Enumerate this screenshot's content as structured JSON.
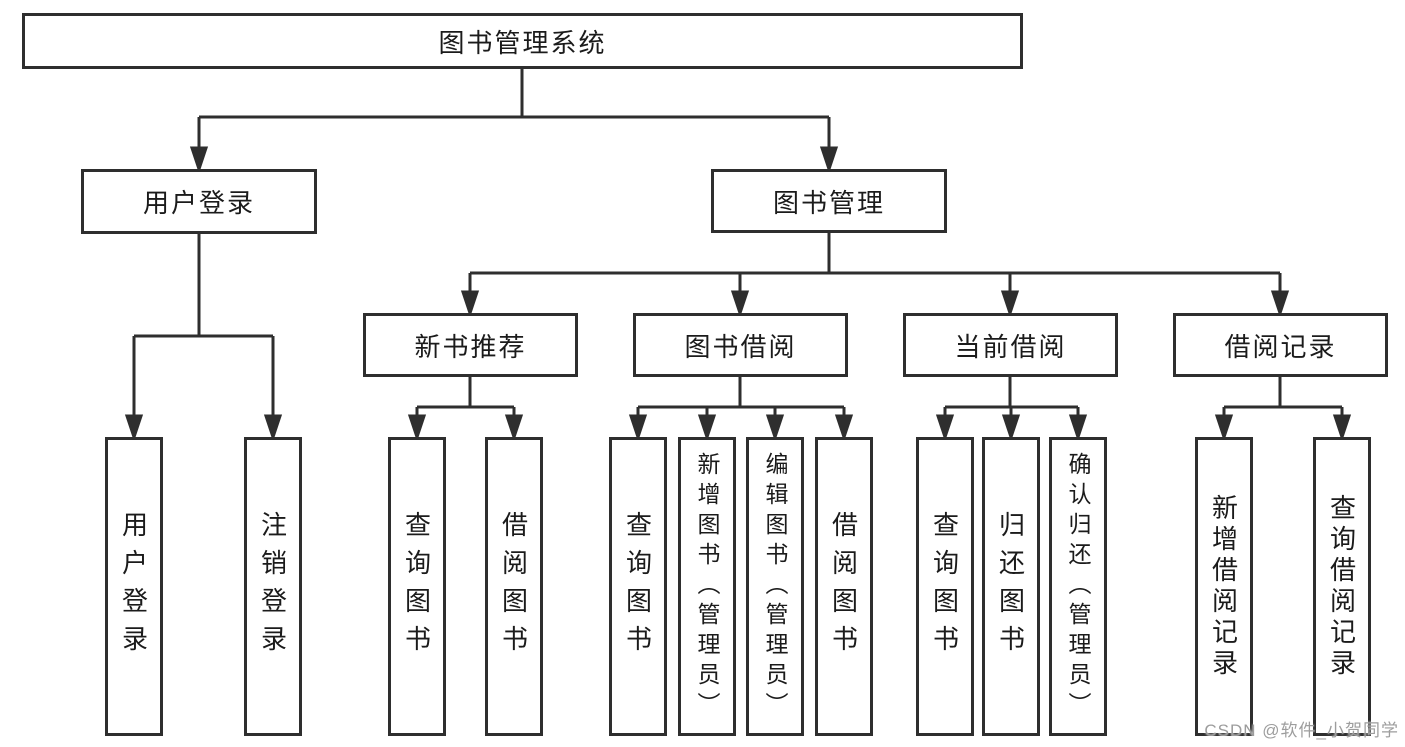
{
  "colors": {
    "line": "#2e2e2e",
    "border": "#2e2e2e",
    "text": "#1b1b1b",
    "watermark": "#9d9d9d",
    "background": "#ffffff"
  },
  "nodes": {
    "root": {
      "label": "图书管理系统"
    },
    "user_login": {
      "label": "用户登录"
    },
    "book_mgmt": {
      "label": "图书管理"
    },
    "new_book_rec": {
      "label": "新书推荐"
    },
    "book_borrow": {
      "label": "图书借阅"
    },
    "current_borrow": {
      "label": "当前借阅"
    },
    "borrow_record": {
      "label": "借阅记录"
    },
    "leaf_user_login": {
      "label": "用户登录"
    },
    "leaf_logout": {
      "label": "注销登录"
    },
    "leaf_nbr_query": {
      "label": "查询图书"
    },
    "leaf_nbr_borrow": {
      "label": "借阅图书"
    },
    "leaf_bb_query": {
      "label": "查询图书"
    },
    "leaf_bb_add": {
      "label": "新增图书（管理员）"
    },
    "leaf_bb_edit": {
      "label": "编辑图书（管理员）"
    },
    "leaf_bb_borrow": {
      "label": "借阅图书"
    },
    "leaf_cb_query": {
      "label": "查询图书"
    },
    "leaf_cb_return": {
      "label": "归还图书"
    },
    "leaf_cb_confirm": {
      "label": "确认归还（管理员）"
    },
    "leaf_br_add": {
      "label": "新增借阅记录"
    },
    "leaf_br_query": {
      "label": "查询借阅记录"
    }
  },
  "watermark": {
    "text": "CSDN @软件_小贺同学"
  }
}
